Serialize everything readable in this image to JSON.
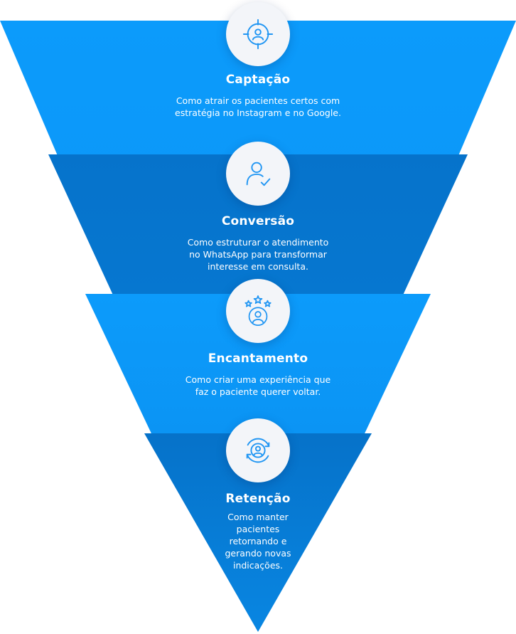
{
  "funnel": {
    "colors": {
      "light": "#0c9bfb",
      "dark": "#0676cf",
      "icon": "#2196f3",
      "icon_bg": "#f3f5f9"
    },
    "stages": [
      {
        "title": "Captação",
        "desc_lines": [
          "Como atrair os pacientes certos com",
          "estratégia no Instagram e no Google."
        ],
        "icon": "target-user-icon"
      },
      {
        "title": "Conversão",
        "desc_lines": [
          "Como estruturar o atendimento",
          "no WhatsApp para transformar",
          "interesse em consulta."
        ],
        "icon": "user-check-icon"
      },
      {
        "title": "Encantamento",
        "desc_lines": [
          "Como criar uma experiência que",
          "faz o paciente querer voltar."
        ],
        "icon": "user-stars-icon"
      },
      {
        "title": "Retenção",
        "desc_lines": [
          "Como manter",
          "pacientes",
          "retornando e",
          "gerando novas",
          "indicações."
        ],
        "icon": "user-cycle-icon"
      }
    ]
  }
}
